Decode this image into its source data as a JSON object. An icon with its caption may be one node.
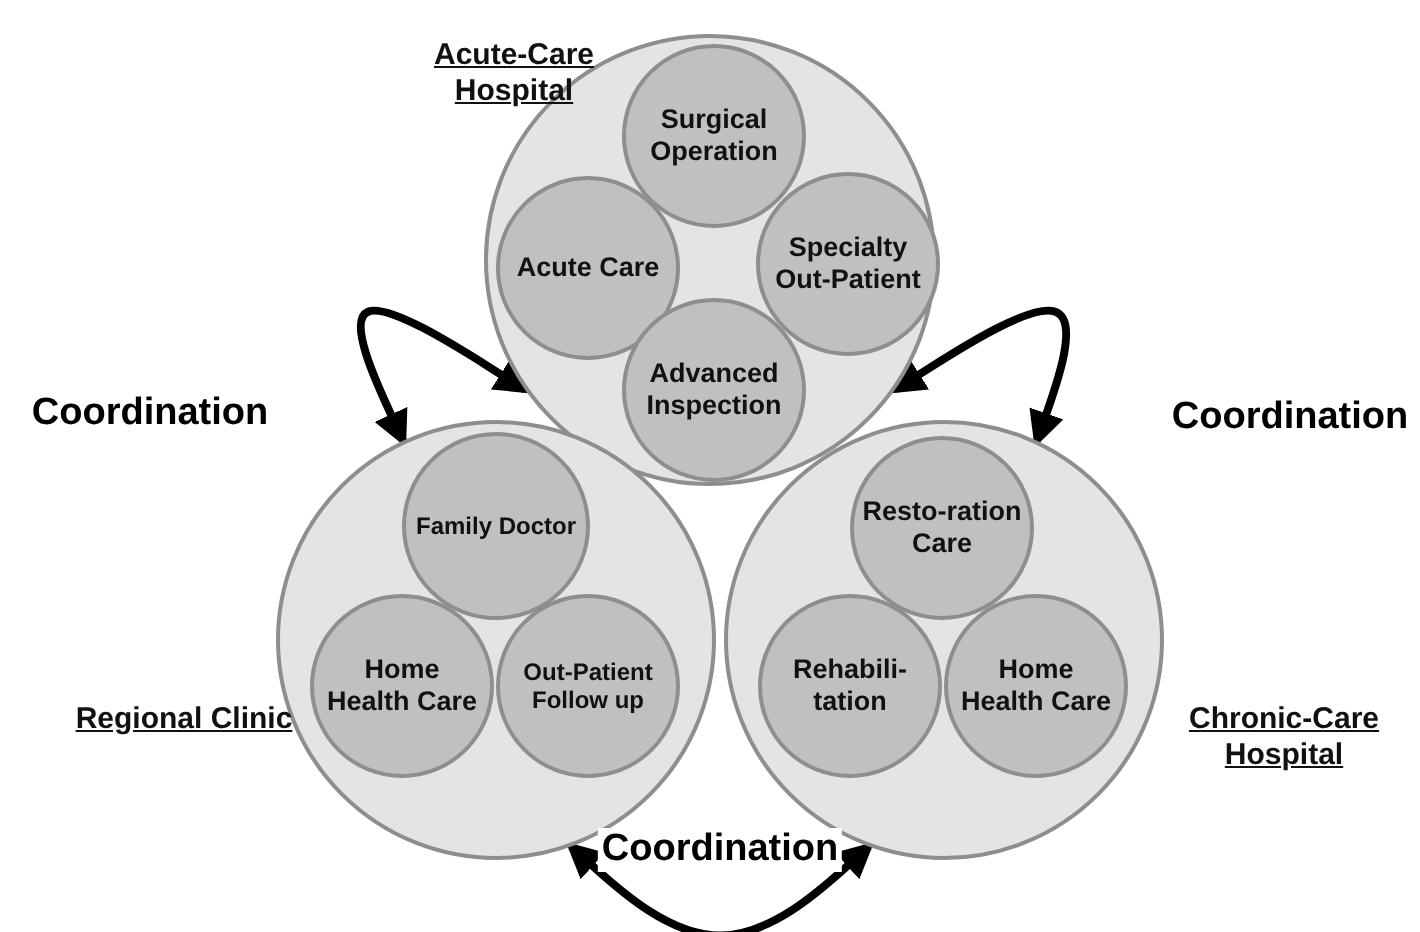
{
  "diagram": {
    "nodes": [
      {
        "text": [
          "Acute-Care Hospital"
        ]
      },
      {
        "text": [
          "Surgical Operation"
        ],
        "in": 0
      },
      {
        "text": [
          "Acute Care"
        ],
        "in": 0
      },
      {
        "text": [
          "Specialty Out-Patient"
        ],
        "in": 0
      },
      {
        "text": [
          "Advanced Inspection"
        ],
        "in": 0
      },
      {
        "text": [
          "Regional Clinic"
        ]
      },
      {
        "text": [
          "Family Doctor"
        ],
        "in": 5
      },
      {
        "text": [
          "Home Health Care"
        ],
        "in": 5
      },
      {
        "text": [
          "Out-Patient Follow up"
        ],
        "in": 5
      },
      {
        "text": [
          "Chronic-Care Hospital"
        ]
      },
      {
        "text": [
          "Resto-ration Care"
        ],
        "in": 9
      },
      {
        "text": [
          "Rehabili-tation"
        ],
        "in": 9
      },
      {
        "text": [
          "Home Health Care"
        ],
        "in": 9
      }
    ],
    "edges": [
      {
        "from": 0,
        "to": 5,
        "arrow": "both",
        "label": "Coordination"
      },
      {
        "from": 0,
        "to": 9,
        "arrow": "both",
        "label": "Coordination"
      },
      {
        "from": 5,
        "to": 9,
        "arrow": "both",
        "label": "Coordination"
      }
    ]
  }
}
